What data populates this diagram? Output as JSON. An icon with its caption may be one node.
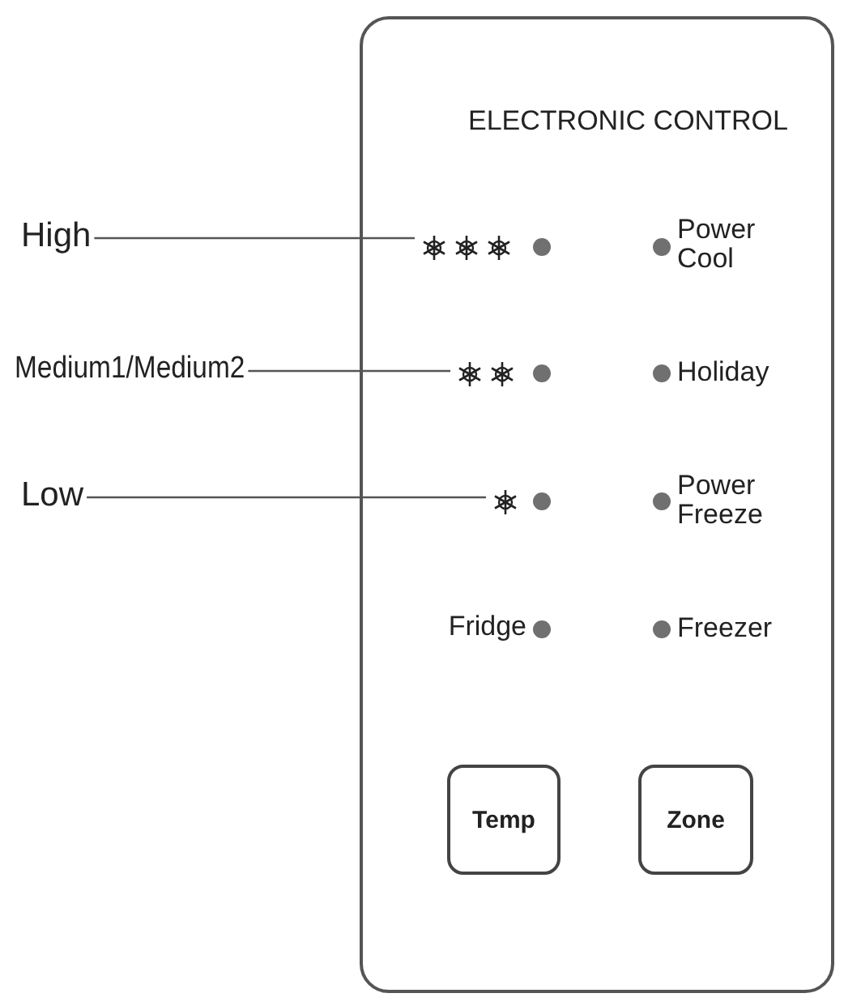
{
  "diagram": {
    "nodes": [
      {
        "text": [
          "ELECTRONIC CONTROL"
        ]
      },
      {
        "text": [
          "High"
        ]
      },
      {
        "text": [],
        "shape": "icon",
        "in": 0
      },
      {
        "text": [
          "Medium1/Medium2"
        ]
      },
      {
        "text": [],
        "shape": "icon",
        "in": 0
      },
      {
        "text": [
          "Low"
        ]
      },
      {
        "text": [],
        "shape": "icon",
        "in": 0
      },
      {
        "text": [
          "Temp"
        ],
        "in": 0
      },
      {
        "text": [
          "Zone"
        ],
        "in": 0
      }
    ],
    "edges": [
      {
        "from": 1,
        "to": 2,
        "arrow": "none"
      },
      {
        "from": 3,
        "to": 4,
        "arrow": "none"
      },
      {
        "from": 5,
        "to": 6,
        "arrow": "none"
      }
    ],
    "labels": [
      "Power Cool",
      "Holiday",
      "Power Freeze",
      "Fridge",
      "Freezer"
    ]
  }
}
